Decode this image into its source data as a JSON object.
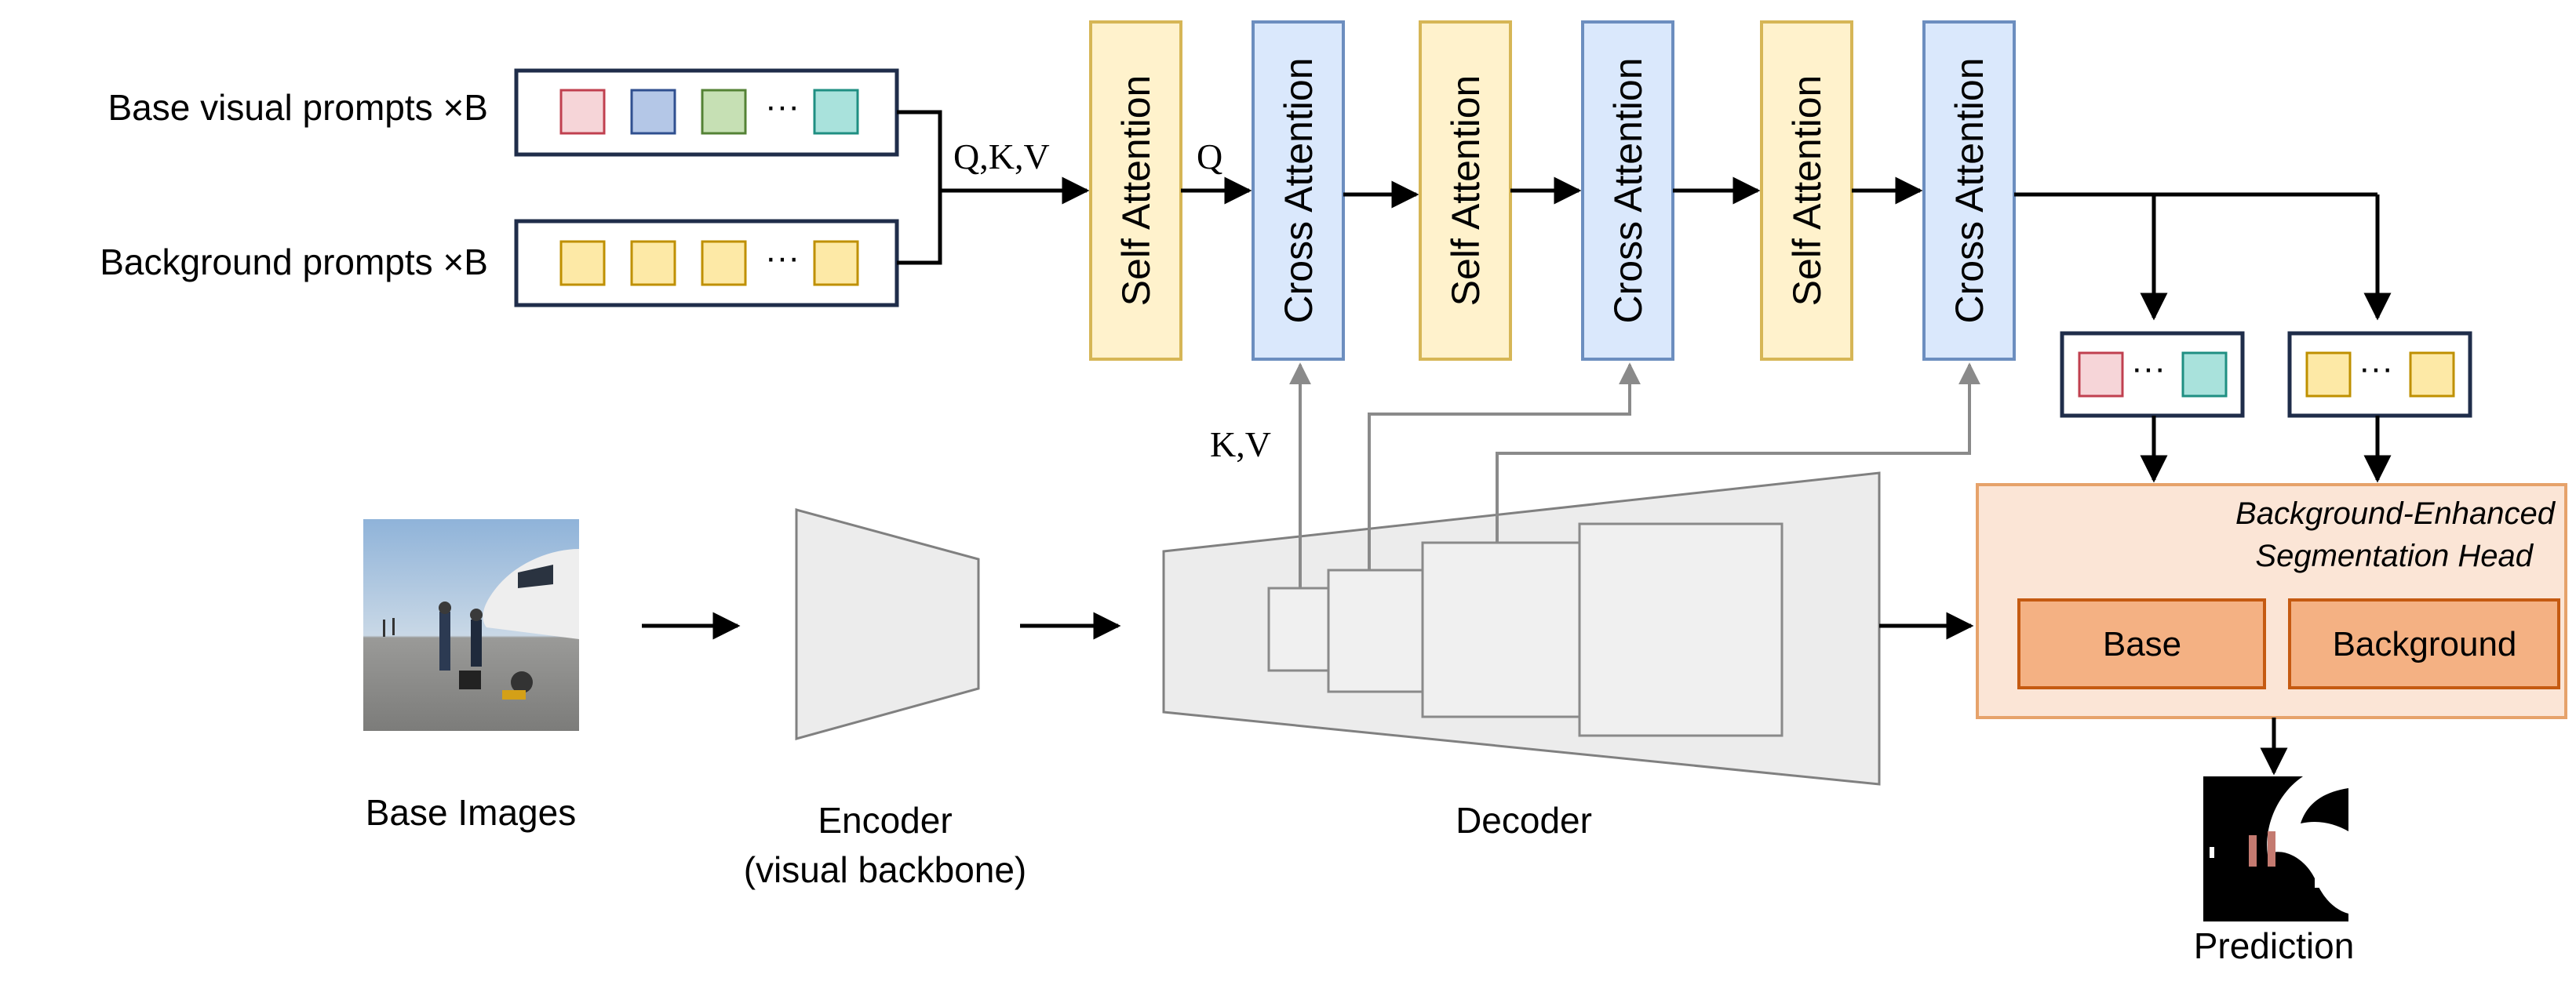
{
  "prompts": {
    "base_label": "Base visual prompts ×B",
    "background_label": "Background prompts ×B",
    "ellipsis": "···"
  },
  "colors": {
    "prompt_red": "#f6d5d8",
    "prompt_red_border": "#c0404f",
    "prompt_blue": "#b4c7e7",
    "prompt_blue_border": "#2f4f8f",
    "prompt_green": "#c6e0b4",
    "prompt_green_border": "#548235",
    "prompt_teal": "#a9e2dc",
    "prompt_teal_border": "#1f8f82",
    "prompt_yellow": "#fde9a6",
    "prompt_yellow_border": "#bf9000",
    "self_attn_fill": "#fff2cc",
    "self_attn_border": "#d6b656",
    "cross_attn_fill": "#dae8fc",
    "cross_attn_border": "#6c8ebf",
    "head_fill": "#fbe5d6",
    "head_border": "#e6a26a",
    "head_inner_fill": "#f4b183",
    "head_inner_border": "#c55a11",
    "frame_navy": "#1f2d4a"
  },
  "labels": {
    "qkv": "Q,K,V",
    "q": "Q",
    "kv": "K,V",
    "self_attention": "Self Attention",
    "cross_attention": "Cross Attention"
  },
  "bottom": {
    "base_images": "Base Images",
    "encoder_line1": "Encoder",
    "encoder_line2": "(visual backbone)",
    "decoder": "Decoder",
    "prediction": "Prediction"
  },
  "head": {
    "title_line1": "Background-Enhanced",
    "title_line2": "Segmentation Head",
    "base_button": "Base",
    "background_button": "Background"
  }
}
